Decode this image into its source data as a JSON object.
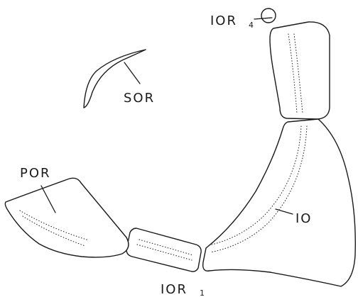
{
  "labels": {
    "ior4": {
      "main": "IOR",
      "subscript": "4"
    },
    "sor": {
      "main": "SOR"
    },
    "por": {
      "main": "POR"
    },
    "io": {
      "main": "IO"
    },
    "ior1": {
      "main": "IOR",
      "subscript": "1"
    }
  },
  "colors": {
    "ink": "#1a1a1a",
    "paper": "#ffffff"
  }
}
